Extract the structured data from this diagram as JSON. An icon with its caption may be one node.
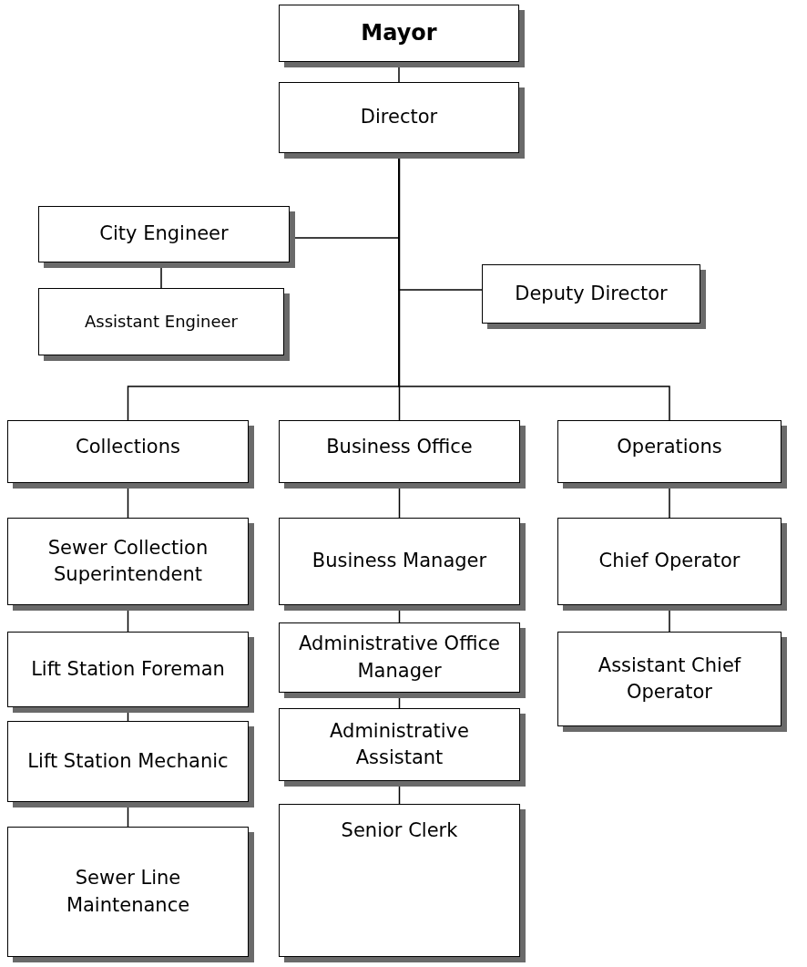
{
  "diagram": {
    "nodes": [
      {
        "text": [
          "Mayor"
        ]
      },
      {
        "text": [
          "Director"
        ]
      },
      {
        "text": [
          "City Engineer"
        ]
      },
      {
        "text": [
          "Assistant Engineer"
        ]
      },
      {
        "text": [
          "Deputy Director"
        ]
      },
      {
        "text": [
          "Collections"
        ]
      },
      {
        "text": [
          "Business Office"
        ]
      },
      {
        "text": [
          "Operations"
        ]
      },
      {
        "text": [
          "Sewer Collection Superintendent"
        ]
      },
      {
        "text": [
          "Business Manager"
        ]
      },
      {
        "text": [
          "Chief Operator"
        ]
      },
      {
        "text": [
          "Lift Station Foreman"
        ]
      },
      {
        "text": [
          "Administrative Office Manager"
        ]
      },
      {
        "text": [
          "Assistant Chief Operator"
        ]
      },
      {
        "text": [
          "Lift Station Mechanic"
        ]
      },
      {
        "text": [
          "Administrative Assistant"
        ]
      },
      {
        "text": [
          "Sewer Line Maintenance"
        ]
      },
      {
        "text": [
          "Senior Clerk"
        ]
      }
    ],
    "edges": [
      {
        "from": 0,
        "to": 1,
        "arrow": "none"
      },
      {
        "from": 1,
        "to": 2,
        "arrow": "none"
      },
      {
        "from": 2,
        "to": 3,
        "arrow": "none"
      },
      {
        "from": 1,
        "to": 4,
        "arrow": "none"
      },
      {
        "from": 1,
        "to": 5,
        "arrow": "none"
      },
      {
        "from": 1,
        "to": 6,
        "arrow": "none"
      },
      {
        "from": 1,
        "to": 7,
        "arrow": "none"
      },
      {
        "from": 5,
        "to": 8,
        "arrow": "none"
      },
      {
        "from": 8,
        "to": 11,
        "arrow": "none"
      },
      {
        "from": 11,
        "to": 14,
        "arrow": "none"
      },
      {
        "from": 14,
        "to": 16,
        "arrow": "none"
      },
      {
        "from": 6,
        "to": 9,
        "arrow": "none"
      },
      {
        "from": 9,
        "to": 12,
        "arrow": "none"
      },
      {
        "from": 12,
        "to": 15,
        "arrow": "none"
      },
      {
        "from": 15,
        "to": 17,
        "arrow": "none"
      },
      {
        "from": 7,
        "to": 10,
        "arrow": "none"
      },
      {
        "from": 10,
        "to": 13,
        "arrow": "none"
      }
    ]
  }
}
